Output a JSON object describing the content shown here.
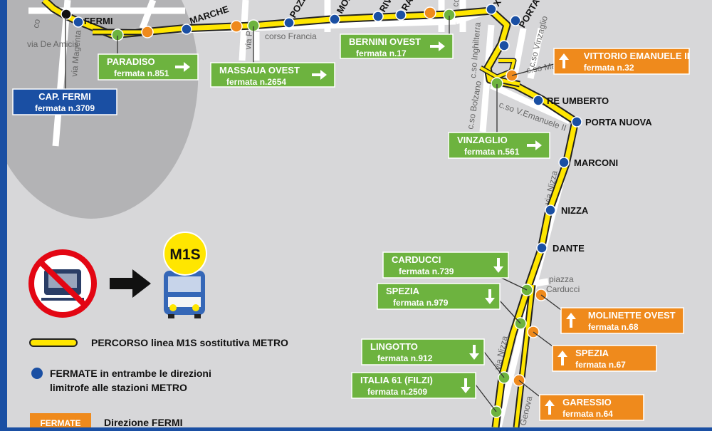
{
  "colors": {
    "background": "#d7d7d9",
    "frame_blue": "#1a4fa3",
    "route_yellow": "#ffe600",
    "stop_blue": "#1a4fa3",
    "stop_orange": "#ef8a1c",
    "stop_green": "#6db33f",
    "box_green": "#6db33f",
    "box_orange": "#ef8a1c",
    "box_navy": "#1a4fa3"
  },
  "stations": {
    "fermi": "FERMI",
    "marche": "MARCHE",
    "pozzo_strada": "POZZO STRADA",
    "monte_grappa": "MONTE GRAPPA",
    "rivoli": "RIVOLI",
    "racconigi": "RACCONIGI",
    "xviii_dicembre": "XVIII DICEMBRE",
    "porta_susa": "PORTA SUSA",
    "re_umberto": "RE UMBERTO",
    "porta_nuova": "PORTA NUOVA",
    "marconi": "MARCONI",
    "nizza": "NIZZA",
    "dante": "DANTE"
  },
  "roads": {
    "via_de_amicis": "via De Amicis",
    "via_magenta": "via Magenta",
    "via_p": "via P",
    "corso_francia": "corso Francia",
    "cso_inghilterra": "c.so Inghilterra",
    "cso_bolzano": "c.so Bolzano",
    "cso_vinzaglio": "c.so Vinzaglio",
    "cso_matteotti": "c.so Matteotti",
    "cso_vemanuele": "c.so V.Emanuele II",
    "via_nizza": "via Nizza",
    "via_nizza_2": "via Nizza",
    "piazza": "piazza",
    "carducci": "Carducci",
    "genova": "Genova",
    "co": "co",
    "co2": "co"
  },
  "stop_boxes": [
    {
      "title": "PARADISO",
      "sub": "fermata n.851",
      "color": "green",
      "arrow": "right"
    },
    {
      "title": "MASSAUA OVEST",
      "sub": "fermata n.2654",
      "color": "green",
      "arrow": "right"
    },
    {
      "title": "BERNINI OVEST",
      "sub": "fermata n.17",
      "color": "green",
      "arrow": "right"
    },
    {
      "title": "VINZAGLIO",
      "sub": "fermata n.561",
      "color": "green",
      "arrow": "right"
    },
    {
      "title": "CAP. FERMI",
      "sub": "fermata n.3709",
      "color": "navy",
      "arrow": "none"
    },
    {
      "title": "VITTORIO EMANUELE II",
      "sub": "fermata n.32",
      "color": "orange",
      "arrow": "up"
    },
    {
      "title": "CARDUCCI",
      "sub": "fermata n.739",
      "color": "green",
      "arrow": "down"
    },
    {
      "title": "SPEZIA",
      "sub": "fermata n.979",
      "color": "green",
      "arrow": "down"
    },
    {
      "title": "LINGOTTO",
      "sub": "fermata n.912",
      "color": "green",
      "arrow": "down"
    },
    {
      "title": "ITALIA 61 (FILZI)",
      "sub": "fermata n.2509",
      "color": "green",
      "arrow": "down"
    },
    {
      "title": "MOLINETTE OVEST",
      "sub": "fermata n.68",
      "color": "orange",
      "arrow": "up"
    },
    {
      "title": "SPEZIA",
      "sub": "fermata n.67",
      "color": "orange",
      "arrow": "up"
    },
    {
      "title": "GARESSIO",
      "sub": "fermata n.64",
      "color": "orange",
      "arrow": "up"
    }
  ],
  "legend": {
    "badge": "M1S",
    "route_label": "PERCORSO linea M1S  sostitutiva METRO",
    "both_dir_line1": "FERMATE in entrambe le direzioni",
    "both_dir_line2": "limitrofe alle stazioni METRO",
    "fermate_badge": "FERMATE",
    "direction_fermi": "Direzione FERMI"
  },
  "icons": {
    "no_metro": "no-metro-icon",
    "arrow": "arrow-right-icon",
    "bus": "bus-icon"
  }
}
